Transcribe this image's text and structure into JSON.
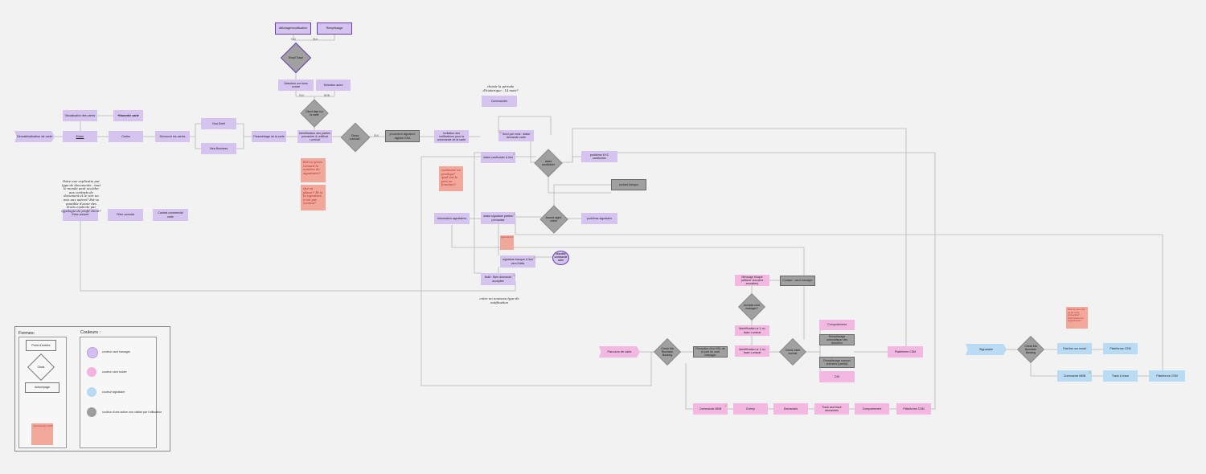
{
  "nodes": {
    "dem_carte": "Dématérialisation de carte",
    "visu_cartes": "Visualisation des cartes",
    "nouvelle_carte": "+Nouvelle carte",
    "entrer": "Entrer",
    "cartes": "Cartes",
    "decouvrir": "Découvrir les cartes",
    "visa_debit": "Visa Debit",
    "visa_business": "Visa Business",
    "parametrage": "Paramétrage de la carte",
    "identification": "Identification des parties prenantes & unifficat Lumicat",
    "selection_bons": "Sélection sur bons contre",
    "selection_autre": "Sélection autre",
    "affichage": "Affichage/modification",
    "remplissage": "Remplissage",
    "procedure": "procedure signature digitale DSA",
    "invitation": "Invitation des notifications pour la commande de la carte",
    "commandes": "Commandes",
    "suivi": "Suivi par mois : statut demande carte",
    "statut_cardholder": "statut cardholder & lien",
    "probleme_kyc": "problème KYC cardholder",
    "contact_banque": "contact banque",
    "info_signataires": "Information signataires",
    "statut_signature": "statut signature parties prenantes",
    "probleme_signataire": "problème signataire",
    "signature_banque": "signature banque & lien vers Editis",
    "notif": "Notif : Bien demande acceptée",
    "educ": "Educ.concert",
    "filtre": "Filtre cumulat",
    "contrat": "Contrat commercial carte",
    "msg_bloqu": "Message bloqué (afficher données annulées)",
    "contact_card": "Contact : card manager",
    "ident_1": "Identification or 1 ou base Lumicat",
    "ident_2": "Identification or 1 ou base Lumicat",
    "comportement": "Comportement",
    "remplissage_auto": "Remplissage automatique des données",
    "remplissage_manuel": "Remplissage manuel données (partial)",
    "dsi": "DSI",
    "reception": "Réception d'un KBL de la part du card manager",
    "plateforme_csm_1": "Plateforme CSM",
    "commande_mbb": "Commande MBB",
    "entrep": "Entrep",
    "demandes": "Demandes",
    "track_trace_dem": "Track and trace demandes",
    "comportement_2": "Comportement",
    "plateforme_csm_2": "Plateforme CSM",
    "parcours_carte": "Parcours de carte",
    "signataire": "Signataire",
    "etat_lien": "Etat lien sur email",
    "plateforme_csm_3": "Plateforme CSM",
    "commande_mbb_2": "Commande MBB",
    "track_trace": "Track & trace",
    "plateforme_csm_4": "Plateforme CSM",
    "ellipse_label": "Nouvelle commande carte"
  },
  "diamonds": {
    "email_trace": "Email Trace",
    "client_deja": "Client dejà sur la carte",
    "check_lumicat": "Check Lumicat?",
    "statut_cardholder_d": "statut cardholder",
    "statut_sign_d": "Accord signe check",
    "check_business": "Check Ma Business Banking",
    "accepte_card": "Accepte card manager?",
    "check_client": "Check client lumicat",
    "check_business_2": "Check Ma Business Banking"
  },
  "edge_labels": {
    "oui_1": "OUI",
    "oui_2": "OUI",
    "oui_3": "OUI",
    "non_1": "NON",
    "oui_4": "OUI"
  },
  "handwritten": {
    "hw_left": "Faire une explicatio par type de documents : tout le monde peut accéder aux contrats de document et le voir un avis aux autres? Est-ce possible d'avoir des droits explicite par typologie de profil client?",
    "hw_top": "choisir la période d'historique : 14 mois?",
    "hw_bottom": "créer un nouveau type de notification"
  },
  "notes": {
    "note_1": "Est-ce qu'on connait le nombre de signataire?",
    "note_2": "Qui va placer? Et si la signature n'est pas connue?",
    "note_3": "comment on protège? quel est le prix en fonction?",
    "note_4": "Question?",
    "note_5": "Est-ce que les gens sont présents? Informations signataire?"
  },
  "legend": {
    "formes": "Formes:",
    "couleurs": "Couleurs :",
    "point_entree": "Point d'entrée",
    "choix": "Choix",
    "action_page": "Action/page",
    "note_label": "Questions/commentaires",
    "c1": "couleur card manager",
    "c2": "couleur card holder",
    "c3": "couleur signataire",
    "c4": "couleur d'une action non visible par l'utilisateur",
    "colors": {
      "card_manager": "#d3c0ee",
      "card_holder": "#f2b3e0",
      "signataire": "#b7dbf3",
      "invisible": "#9d9d9d",
      "note": "#f2a79b"
    }
  }
}
